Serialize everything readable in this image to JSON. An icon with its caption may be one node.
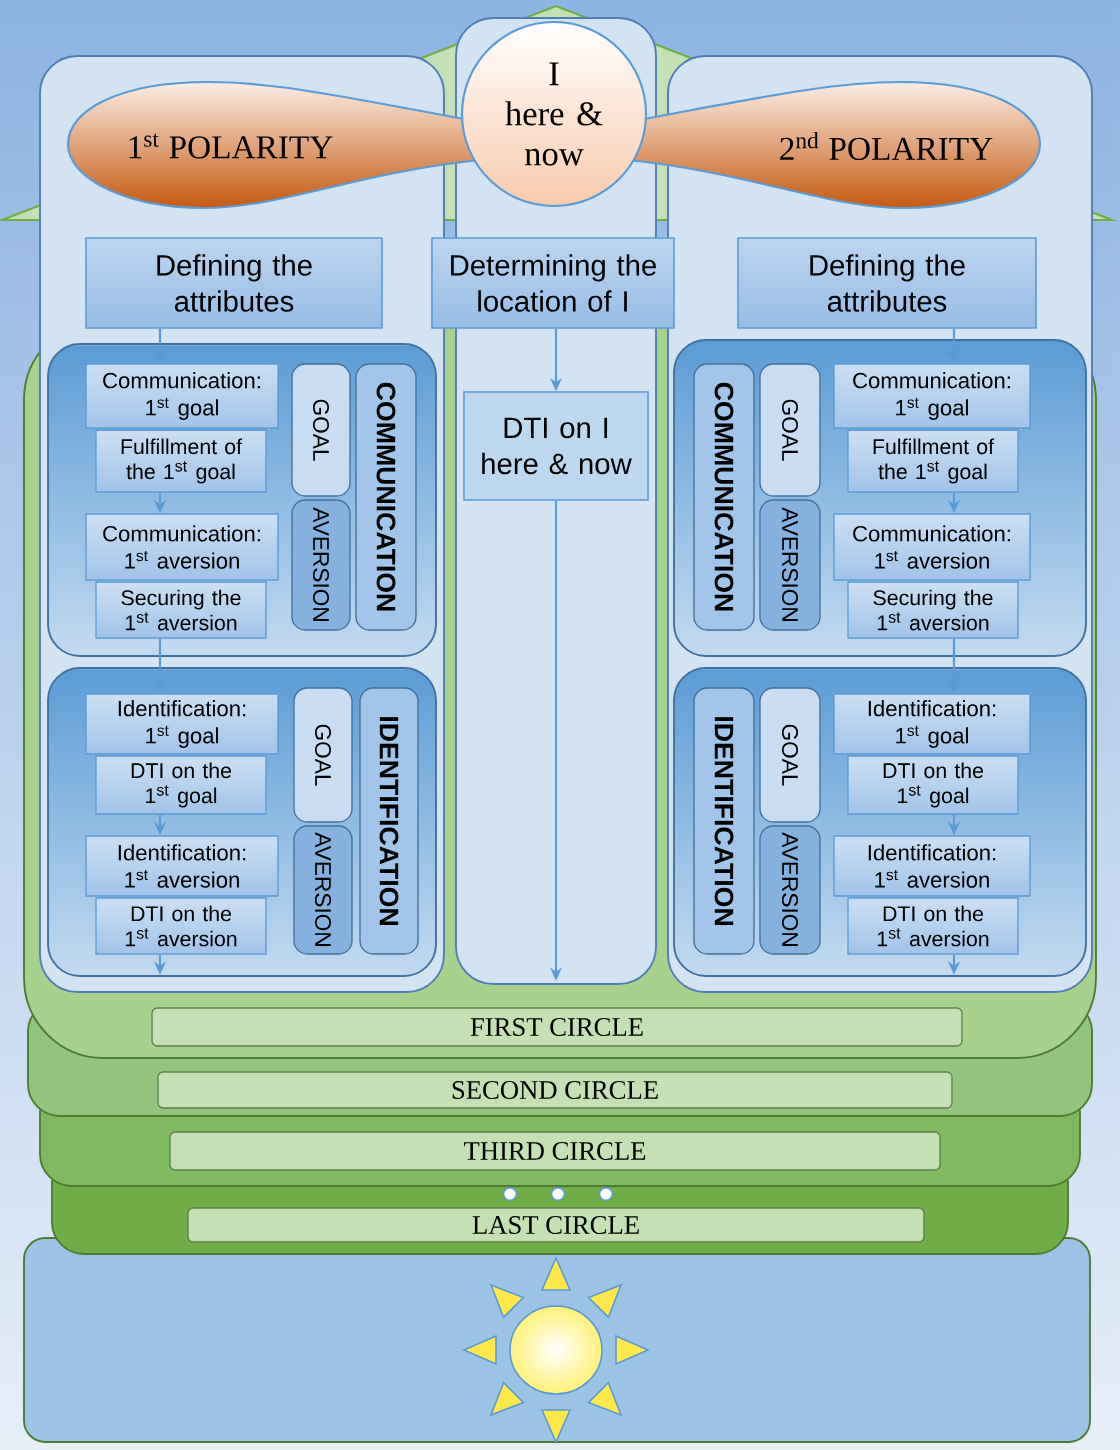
{
  "diagram": {
    "nodes": [
      {
        "text": [],
        "shape": "box"
      },
      {
        "text": [],
        "shape": "box"
      },
      {
        "text": [],
        "shape": "box"
      },
      {
        "text": [
          "1$^{st}$ POLARITY"
        ]
      },
      {
        "text": [
          "I here & now"
        ],
        "in": 1
      },
      {
        "text": [
          "2$^{nd}$ POLARITY"
        ]
      },
      {
        "text": [
          "Defining the attributes"
        ],
        "in": 0
      },
      {
        "text": [
          "Determining the location of I"
        ]
      },
      {
        "text": [
          "Defining the attributes"
        ],
        "in": 2
      },
      {
        "text": [],
        "shape": "box",
        "in": 0
      },
      {
        "text": [
          "Communication: 1$^{st}$ goal"
        ],
        "in": 9
      },
      {
        "text": [
          "Fulfillment of the 1$^{st}$ goal"
        ],
        "in": 9
      },
      {
        "text": [
          "Communication: 1$^{st}$ aversion"
        ],
        "in": 9
      },
      {
        "text": [
          "Securing the 1$^{st}$ aversion"
        ],
        "in": 9
      },
      {
        "text": [
          "GOAL"
        ],
        "in": 9
      },
      {
        "text": [
          "AVERSION"
        ],
        "in": 9
      },
      {
        "text": [
          "COMMUNICATION"
        ],
        "in": 9
      },
      {
        "text": [],
        "shape": "box",
        "in": 0
      },
      {
        "text": [
          "Identification: 1$^{st}$ goal"
        ],
        "in": 17
      },
      {
        "text": [
          "DTI on the 1$^{st}$ goal"
        ],
        "in": 17
      },
      {
        "text": [
          "Identification: 1$^{st}$ aversion"
        ],
        "in": 17
      },
      {
        "text": [
          "DTI on the 1$^{st}$ aversion"
        ],
        "in": 17
      },
      {
        "text": [
          "GOAL"
        ],
        "in": 17
      },
      {
        "text": [
          "AVERSION"
        ],
        "in": 17
      },
      {
        "text": [
          "IDENTIFICATION"
        ],
        "in": 17
      },
      {
        "text": [
          "DTI on I here & now"
        ],
        "in": 1
      },
      {
        "text": [],
        "shape": "box",
        "in": 2
      },
      {
        "text": [
          "COMMUNICATION"
        ],
        "in": 26
      },
      {
        "text": [
          "GOAL"
        ],
        "in": 26
      },
      {
        "text": [
          "AVERSION"
        ],
        "in": 26
      },
      {
        "text": [
          "Communication: 1$^{st}$ goal"
        ],
        "in": 26
      },
      {
        "text": [
          "Fulfillment of the 1$^{st}$ goal"
        ],
        "in": 26
      },
      {
        "text": [
          "Communication: 1$^{st}$ aversion"
        ],
        "in": 26
      },
      {
        "text": [
          "Securing the 1$^{st}$ aversion"
        ],
        "in": 26
      },
      {
        "text": [],
        "shape": "box",
        "in": 2
      },
      {
        "text": [
          "IDENTIFICATION"
        ],
        "in": 34
      },
      {
        "text": [
          "GOAL"
        ],
        "in": 34
      },
      {
        "text": [
          "AVERSION"
        ],
        "in": 34
      },
      {
        "text": [
          "Identification: 1$^{st}$ goal"
        ],
        "in": 34
      },
      {
        "text": [
          "DTI on the 1$^{st}$ goal"
        ],
        "in": 34
      },
      {
        "text": [
          "Identification: 1$^{st}$ aversion"
        ],
        "in": 34
      },
      {
        "text": [
          "DTI on the 1$^{st}$ aversion"
        ],
        "in": 34
      },
      {
        "text": [
          "FIRST CIRCLE"
        ]
      },
      {
        "text": [
          "SECOND CIRCLE"
        ]
      },
      {
        "text": [
          "THIRD CIRCLE"
        ]
      },
      {
        "text": [
          "LAST CIRCLE"
        ]
      }
    ],
    "edges": [
      {
        "from": 6,
        "to": 10,
        "arrow": "to"
      },
      {
        "from": 11,
        "to": 12,
        "arrow": "to"
      },
      {
        "from": 13,
        "to": 18,
        "arrow": "to"
      },
      {
        "from": 19,
        "to": 20,
        "arrow": "to"
      },
      {
        "from": 21,
        "to": null,
        "arrow": "to"
      },
      {
        "from": 7,
        "to": 25,
        "arrow": "to"
      },
      {
        "from": 25,
        "to": null,
        "arrow": "to"
      },
      {
        "from": 8,
        "to": 30,
        "arrow": "to"
      },
      {
        "from": 31,
        "to": 32,
        "arrow": "to"
      },
      {
        "from": 33,
        "to": 38,
        "arrow": "to"
      },
      {
        "from": 39,
        "to": 40,
        "arrow": "to"
      },
      {
        "from": 41,
        "to": null,
        "arrow": "to"
      }
    ]
  }
}
